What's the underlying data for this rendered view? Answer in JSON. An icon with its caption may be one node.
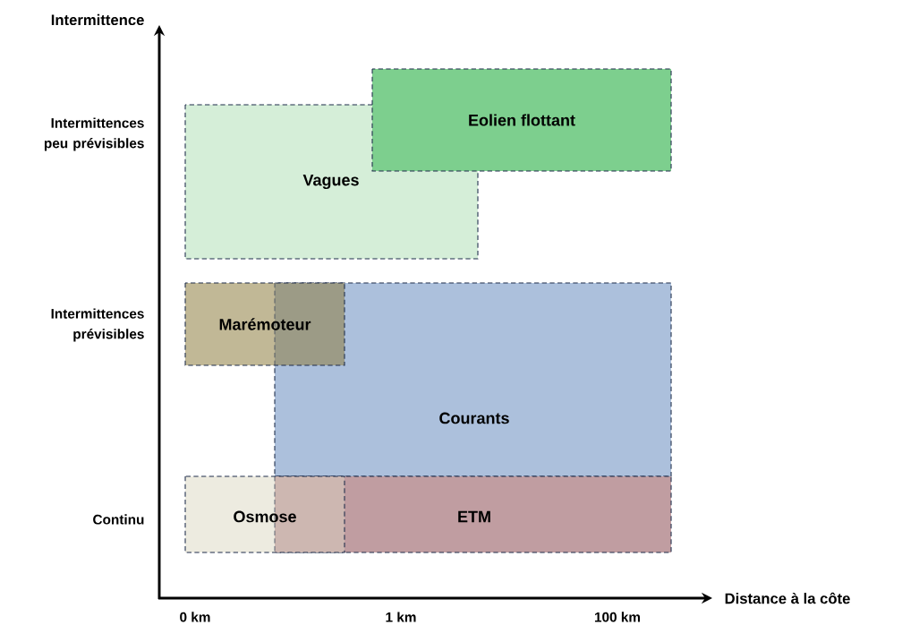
{
  "diagram": {
    "nodes": [
      {
        "text": [
          "Eolien flottant"
        ]
      },
      {
        "text": [
          "Vagues"
        ]
      },
      {
        "text": [
          "Marémoteur"
        ]
      },
      {
        "text": [
          "Courants"
        ]
      },
      {
        "text": [
          "Osmose"
        ]
      },
      {
        "text": [
          "ETM"
        ]
      }
    ],
    "labels": [
      "Intermittence",
      "Intermittences peu prévisibles",
      "Intermittences prévisibles",
      "Continu",
      "Distance à la côte",
      "0 km",
      "1 km",
      "100 km"
    ]
  }
}
